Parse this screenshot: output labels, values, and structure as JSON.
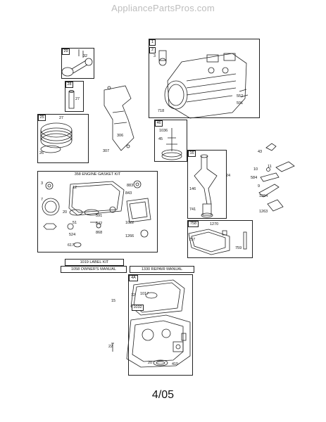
{
  "watermark": "AppliancePartsPros.com",
  "footer_date": "4/05",
  "boxes": {
    "cylinder": {
      "num": "1",
      "sub": "2"
    },
    "connecting_rod": {
      "num": "29"
    },
    "piston_pin": {
      "num": "28"
    },
    "piston": {
      "num": "25"
    },
    "governor": {
      "num": "46"
    },
    "crankshaft": {
      "num": "16"
    },
    "gasket_kit": {
      "title": "358 ENGINE GASKET KIT"
    },
    "valve_cover": {
      "num": "758"
    },
    "sump": {
      "num": "4A",
      "sub": "1032"
    }
  },
  "manuals": {
    "label_kit": "1019 LABEL KIT",
    "owners_manual": "1058 OWNER'S MANUAL",
    "repair_manual": "1330 REPAIR MANUAL"
  },
  "labels": {
    "l3": "3",
    "l552": "552",
    "l591a": "591",
    "l718": "718",
    "l32": "32",
    "l27a": "27",
    "l27b": "27",
    "l26": "26",
    "l306": "306",
    "l307": "307",
    "l1036": "1036",
    "l45": "45",
    "l24": "24",
    "l146": "146",
    "l741": "741",
    "l43": "43",
    "l10": "10",
    "l11": "11",
    "l584": "584",
    "l9": "9",
    "l1264": "1264",
    "l1263": "1263",
    "k3": "3",
    "k12": "12",
    "k883": "883",
    "k843": "843",
    "k7": "7",
    "k20": "20",
    "k591": "591",
    "k51": "51",
    "k842": "842",
    "k1022": "1022",
    "k524": "524",
    "k868": "868",
    "k1266": "1266",
    "k617": "617",
    "v1270": "1270",
    "v757": "757",
    "v759": "759",
    "s15": "15",
    "s12": "12",
    "s1017": "1017",
    "s22": "22",
    "s20": "20",
    "s415": "415"
  }
}
